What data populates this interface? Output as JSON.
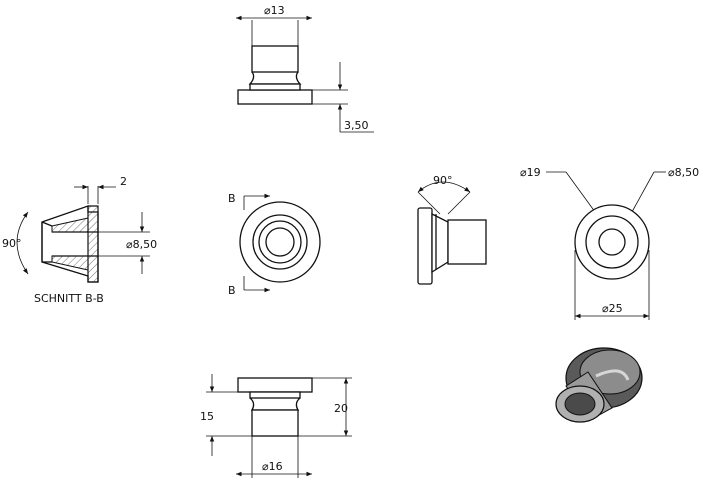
{
  "dimensions": {
    "top_diameter": "⌀13",
    "top_flange_thickness": "3,50",
    "section_thickness": "2",
    "section_angle": "90°",
    "section_bore": "⌀8,50",
    "side_angle": "90°",
    "right_inner_diameter": "⌀19",
    "right_bore": "⌀8,50",
    "right_outer_diameter": "⌀25",
    "bottom_height_15": "15",
    "bottom_height_20": "20",
    "bottom_diameter": "⌀16"
  },
  "labels": {
    "section_title": "SCHNITT B-B",
    "section_marker_top": "B",
    "section_marker_bottom": "B"
  },
  "colors": {
    "line": "#111111",
    "iso_dark": "#6e6e6e",
    "iso_mid": "#9a9a9a",
    "iso_light": "#c8c8c8"
  }
}
